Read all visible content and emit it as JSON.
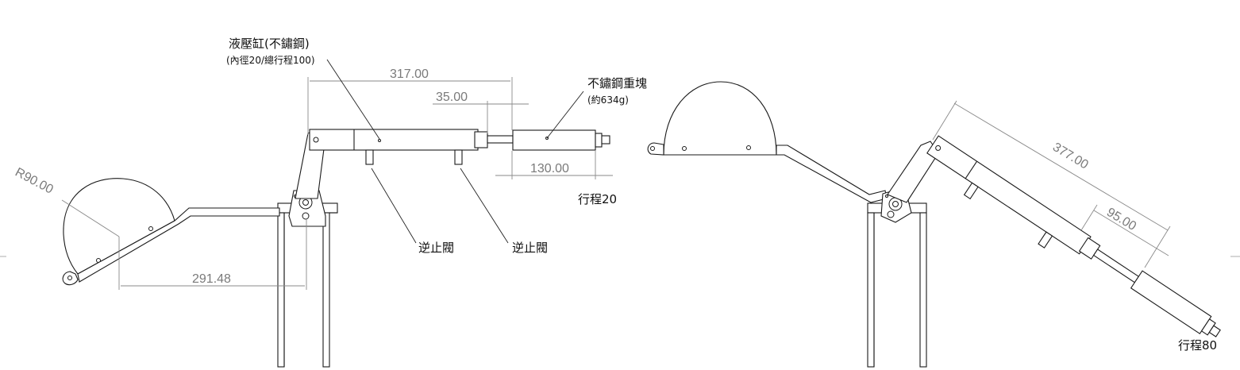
{
  "labels": {
    "cylinder_title": "液壓缸(不鏽鋼)",
    "cylinder_spec": "(內徑20/總行程100)",
    "weight_title": "不鏽鋼重塊",
    "weight_spec": "(約634g)",
    "check_valve_1": "逆止閥",
    "check_valve_2": "逆止閥",
    "stroke_left": "行程20",
    "stroke_right": "行程80"
  },
  "dimensions": {
    "radius": "R90.00",
    "horizontal_reach": "291.48",
    "overall_length": "317.00",
    "rod_offset": "35.00",
    "weight_length": "130.00",
    "angled_length": "377.00",
    "angled_rod": "95.00"
  }
}
